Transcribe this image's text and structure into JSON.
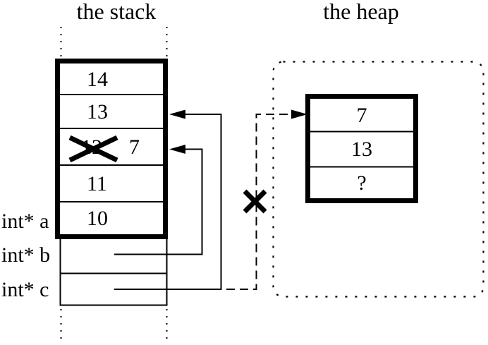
{
  "diagram_title": "stack and heap pointer diagram",
  "stack": {
    "title": "the stack",
    "cells": [
      {
        "value": "14"
      },
      {
        "value": "13"
      },
      {
        "value": "12",
        "crossed_out": true,
        "overwrite_value": "7"
      },
      {
        "value": "11"
      },
      {
        "value": "10"
      }
    ],
    "variable_labels": [
      {
        "label": "int* a"
      },
      {
        "label": "int* b"
      },
      {
        "label": "int* c"
      }
    ]
  },
  "heap": {
    "title": "the heap",
    "cells": [
      {
        "value": "7"
      },
      {
        "value": "13"
      },
      {
        "value": "?"
      }
    ]
  },
  "pointers": {
    "b_target": "stack cell 12/7",
    "c_target": "stack cell 13",
    "c_old_target": "heap block (dashed, crossed out)"
  },
  "colors": {
    "line": "#000000",
    "background": "#ffffff"
  }
}
